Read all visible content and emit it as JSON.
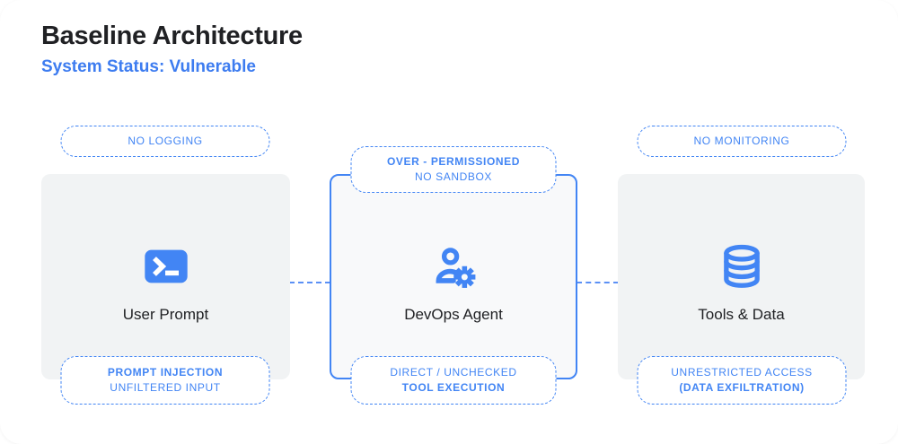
{
  "header": {
    "title": "Baseline Architecture",
    "subtitle": "System Status: Vulnerable"
  },
  "nodes": {
    "user_prompt": {
      "label": "User Prompt",
      "icon": "terminal-icon"
    },
    "devops_agent": {
      "label": "DevOps Agent",
      "icon": "manage-accounts-icon"
    },
    "tools_data": {
      "label": "Tools & Data",
      "icon": "database-icon"
    }
  },
  "badges": {
    "no_logging": {
      "line1": "NO LOGGING"
    },
    "over_permissioned": {
      "line1": "OVER - PERMISSIONED",
      "line2": "NO SANDBOX"
    },
    "no_monitoring": {
      "line1": "NO MONITORING"
    },
    "prompt_injection": {
      "line1": "PROMPT INJECTION",
      "line2": "UNFILTERED INPUT"
    },
    "tool_execution": {
      "line1": "DIRECT / UNCHECKED",
      "line2": "TOOL EXECUTION"
    },
    "unrestricted_access": {
      "line1": "UNRESTRICTED ACCESS",
      "line2": "(DATA EXFILTRATION)"
    }
  },
  "colors": {
    "accent_blue": "#4285F4",
    "subtitle_blue": "#3D7CF0",
    "title_text": "#202124",
    "side_box_bg": "#F1F3F4",
    "agent_box_bg": "#F8F9FA",
    "badge_bg": "#FFFFFF"
  }
}
